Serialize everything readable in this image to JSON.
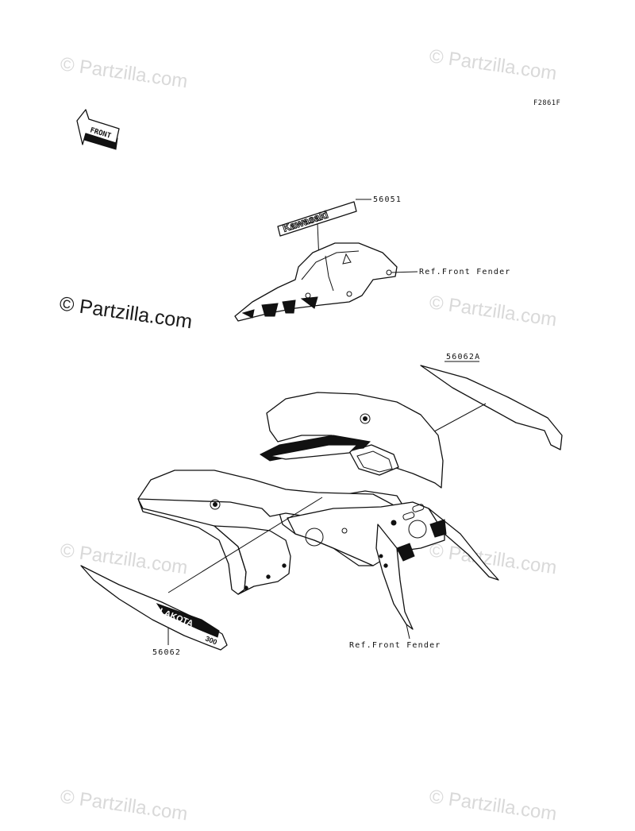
{
  "watermarks": {
    "text": "© Partzilla.com",
    "main_text": "© Partzilla.com"
  },
  "figure_code": "F2861F",
  "front_indicator": {
    "label": "FRONT"
  },
  "callouts": {
    "decal_top": "56051",
    "ref_front_fender_top": "Ref.Front Fender",
    "decal_right": "56062A",
    "decal_left": "56062",
    "ref_front_fender_bottom": "Ref.Front Fender"
  },
  "decal_text": {
    "kawasaki": "Kawasaki",
    "lakota": "LAKOTA",
    "model": "300"
  }
}
